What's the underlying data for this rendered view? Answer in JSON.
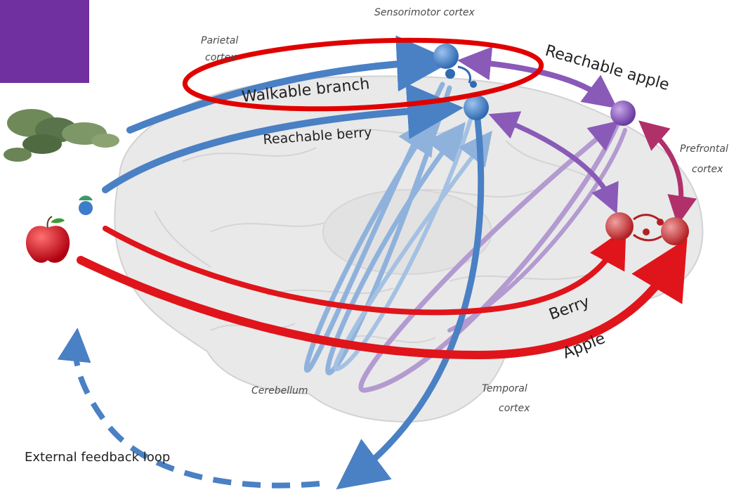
{
  "labels": {
    "sensorimotor": "Sensorimotor cortex",
    "parietal_1": "Parietal",
    "parietal_2": "cortex",
    "walkable_branch": "Walkable branch",
    "reachable_berry": "Reachable berry",
    "reachable_apple": "Reachable apple",
    "prefrontal_1": "Prefrontal",
    "prefrontal_2": "cortex",
    "berry": "Berry",
    "apple": "Apple",
    "cerebellum": "Cerebellum",
    "temporal_1": "Temporal",
    "temporal_2": "cortex",
    "feedback": "External feedback loop"
  },
  "colors": {
    "blue": "#4a80c4",
    "blue_light": "#8fb2dc",
    "purple": "#8a5ab8",
    "purple_light": "#b39ad0",
    "red": "#e0141b",
    "red_node": "#c9363a",
    "magenta_arrow": "#b0306a",
    "highlight": "#e00000",
    "brain": "#e9e9e9",
    "purple_box": "#7030a0"
  }
}
